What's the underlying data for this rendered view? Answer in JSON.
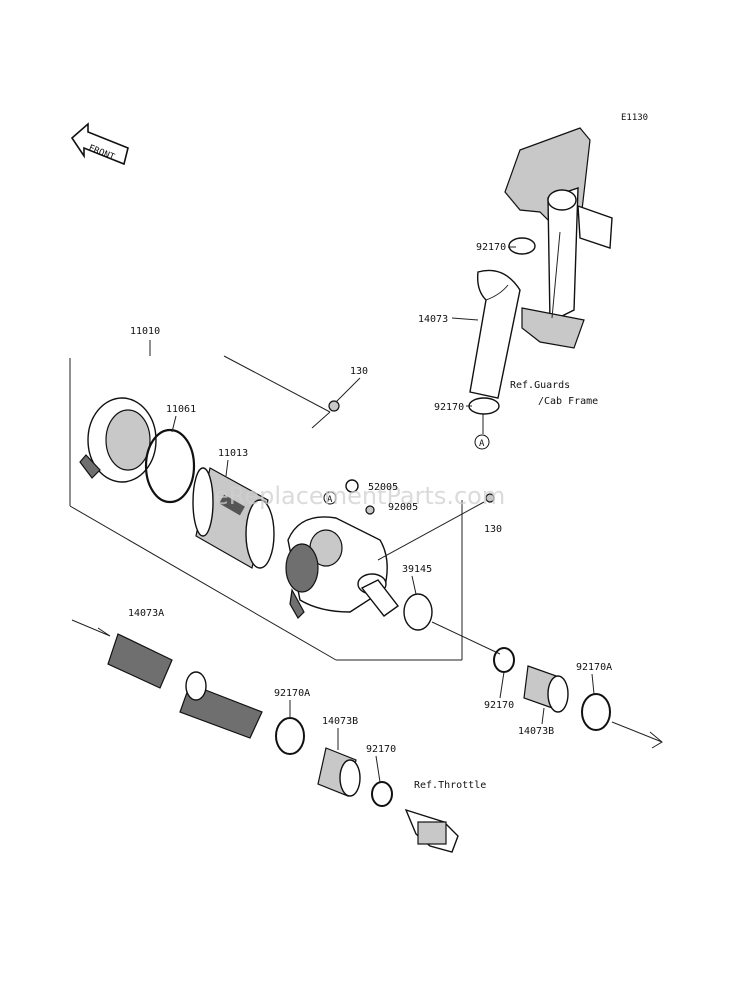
{
  "diagram": {
    "code": "E1130",
    "front_label": "FRONT",
    "watermark": "eReplacementParts.com",
    "ref_guards": [
      "Ref.Guards",
      "/Cab Frame"
    ],
    "ref_throttle": "Ref.Throttle",
    "marker_a": "A",
    "parts": {
      "p92170_top": "92170",
      "p14073": "14073",
      "p92170_mid": "92170",
      "p11010": "11010",
      "p130_top": "130",
      "p11061": "11061",
      "p11013": "11013",
      "p52005": "52005",
      "p92005": "92005",
      "p130_right": "130",
      "p39145": "39145",
      "p14073A": "14073A",
      "p92170A_left": "92170A",
      "p14073B_left": "14073B",
      "p92170_bottom": "92170",
      "p92170_right": "92170",
      "p14073B_right": "14073B",
      "p92170A_right": "92170A"
    }
  }
}
